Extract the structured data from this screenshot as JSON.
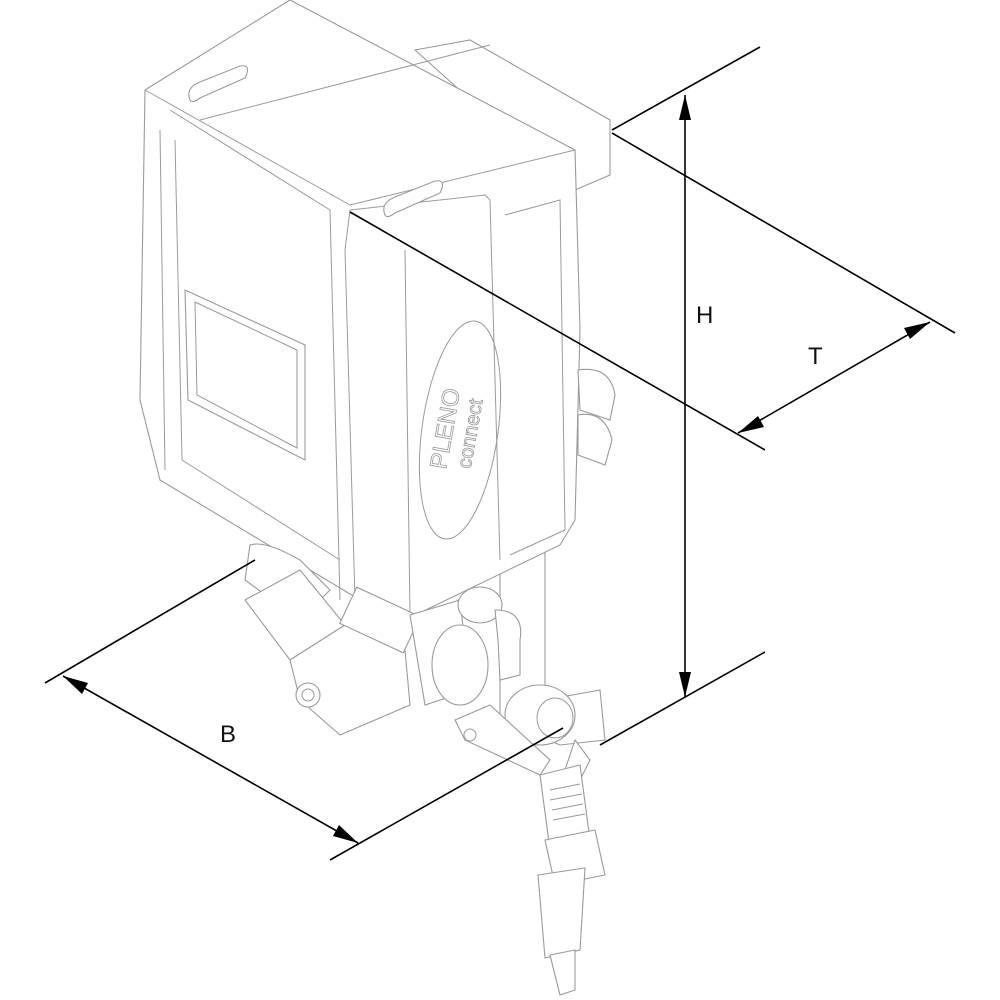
{
  "product": {
    "logo_line1": "PLENO",
    "logo_line2": "connect"
  },
  "dimensions": {
    "height_label": "H",
    "depth_label": "T",
    "width_label": "B"
  }
}
